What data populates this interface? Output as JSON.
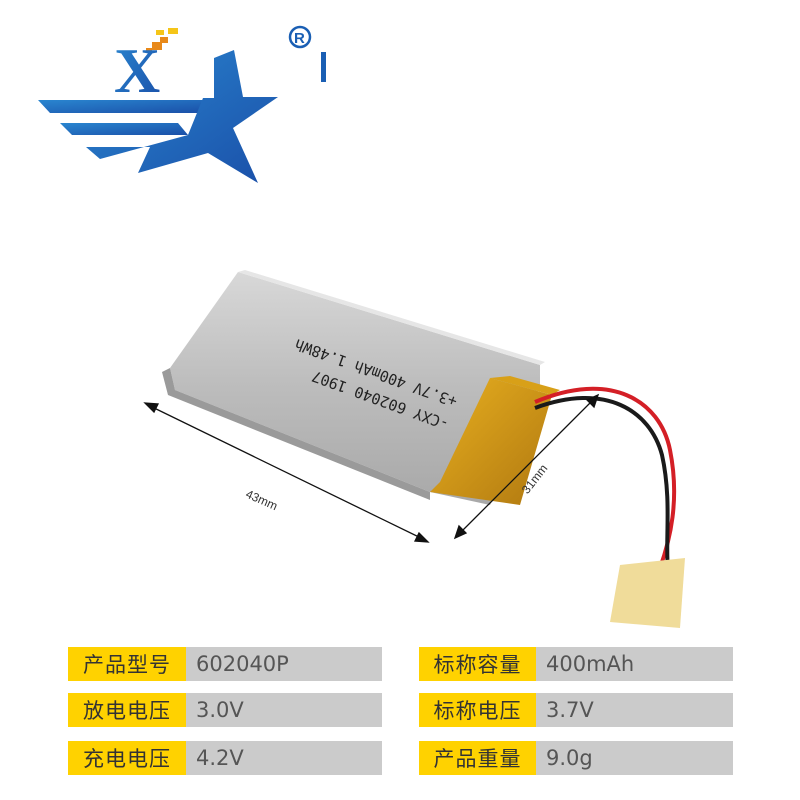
{
  "brand": {
    "logo_letter": "X",
    "registered_mark": "®",
    "colors": {
      "blue": "#1a5fb4",
      "blue_light": "#2a86d0",
      "pixel_orange": "#e8891a",
      "pixel_yellow": "#f5c518"
    }
  },
  "product_image": {
    "battery_label_line1": "-CXY 602040 1907",
    "battery_label_line2": "+3.7V 400mAh 1.48Wh",
    "length_dimension": "43mm",
    "width_dimension": "31mm"
  },
  "specs": {
    "left": [
      {
        "label": "产品型号",
        "value": "602040P"
      },
      {
        "label": "放电电压",
        "value": "3.0V"
      },
      {
        "label": "充电电压",
        "value": "4.2V"
      }
    ],
    "right": [
      {
        "label": "标称容量",
        "value": "400mAh"
      },
      {
        "label": "标称电压",
        "value": "3.7V"
      },
      {
        "label": "产品重量",
        "value": "9.0g"
      }
    ],
    "colors": {
      "label_bg": "#ffd200",
      "value_bg": "#cbcbcb"
    }
  }
}
